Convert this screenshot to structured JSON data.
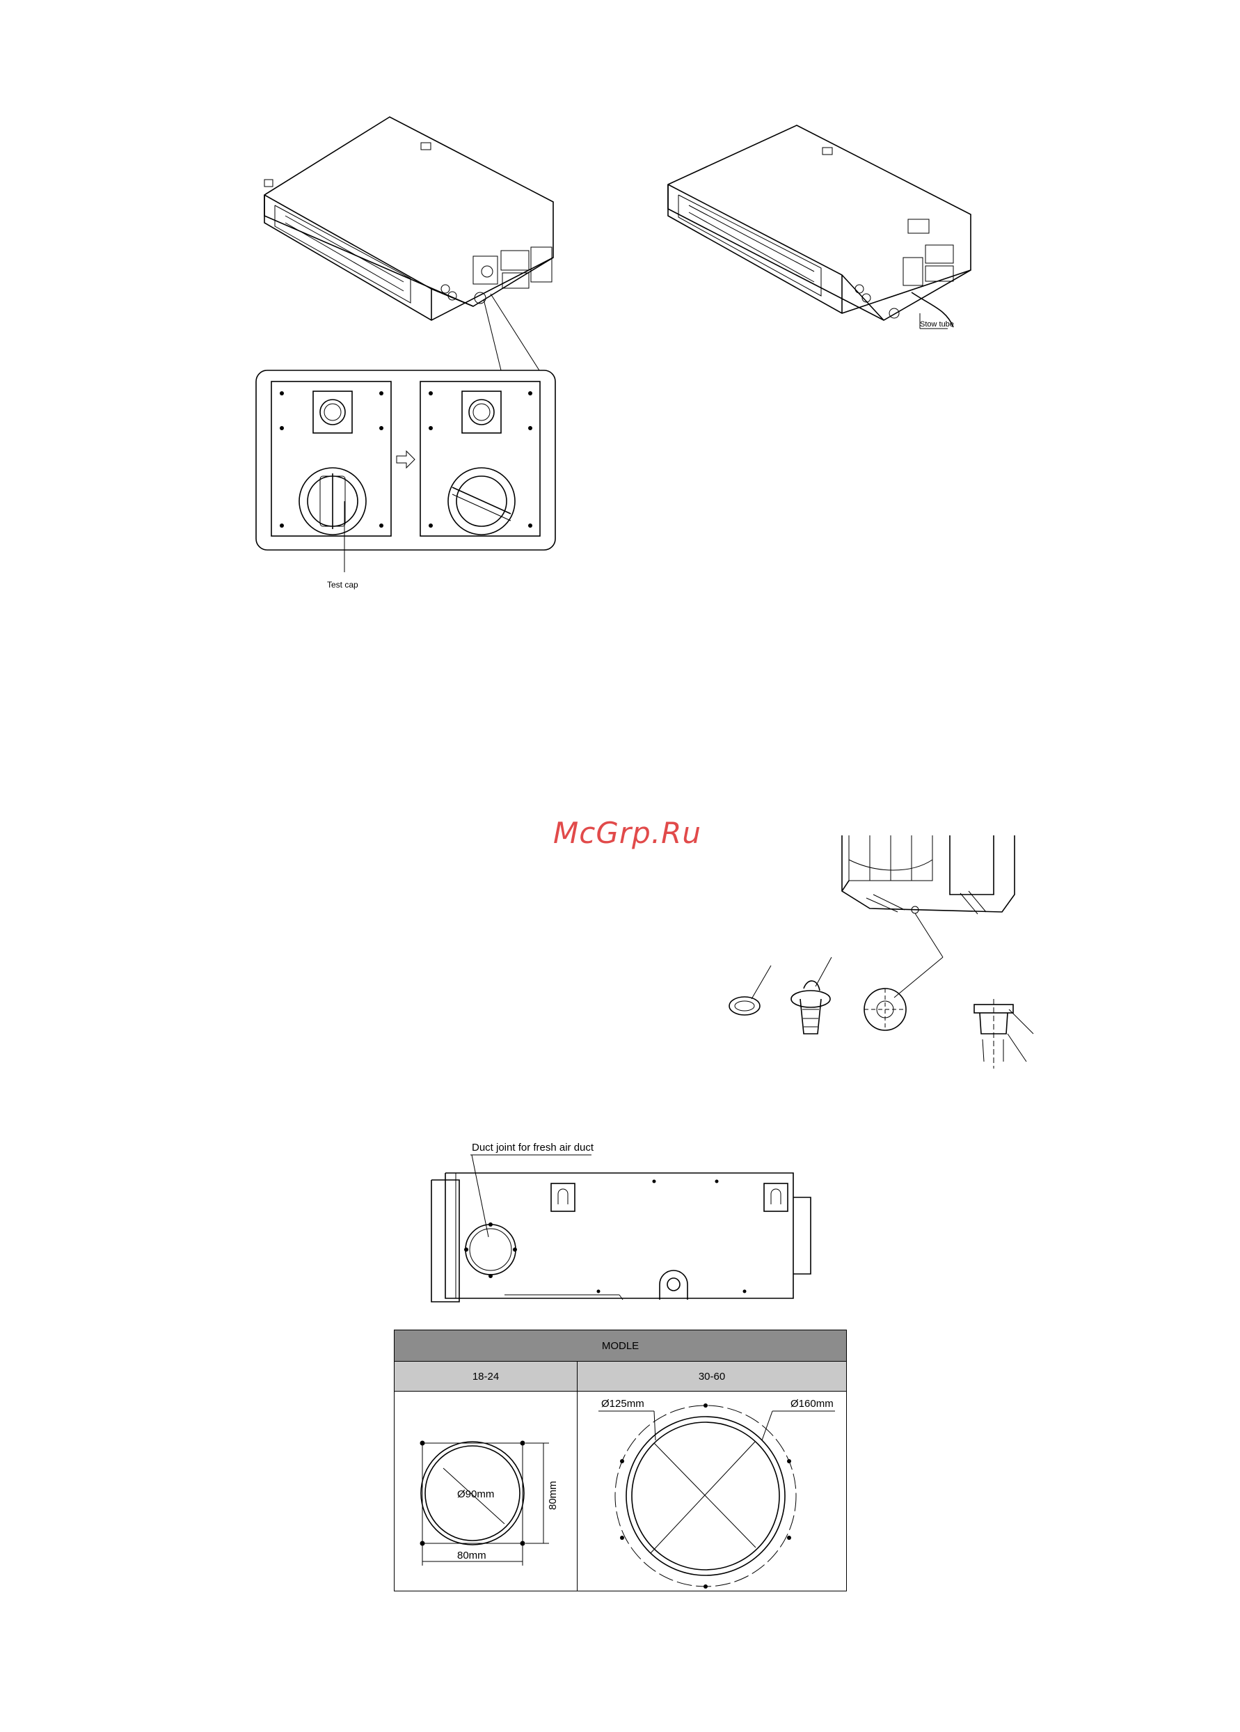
{
  "labels": {
    "test_cap": "Test cap",
    "stow_tube": "Stow tube",
    "duct_joint": "Duct joint for fresh air duct"
  },
  "watermark": "McGrp.Ru",
  "table": {
    "header": "MODLE",
    "columns": [
      "18-24",
      "30-60"
    ],
    "small": {
      "diameter": "Ø90mm",
      "width": "80mm",
      "height": "80mm"
    },
    "large": {
      "inner": "Ø125mm",
      "outer": "Ø160mm"
    }
  }
}
